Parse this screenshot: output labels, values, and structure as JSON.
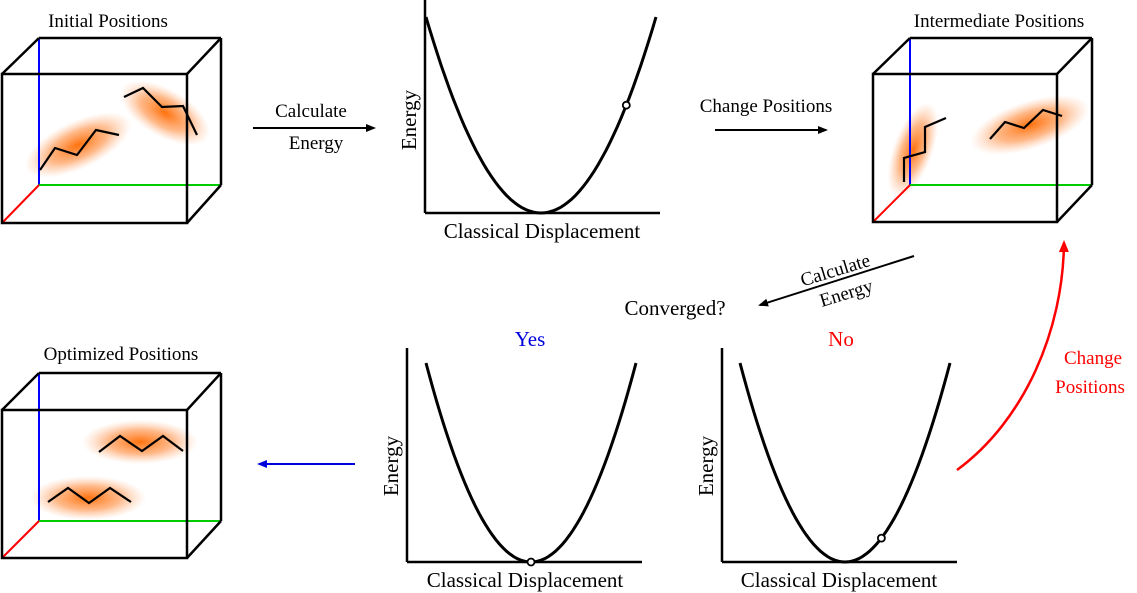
{
  "boxes": {
    "initial": {
      "title": "Initial Positions"
    },
    "intermediate": {
      "title": "Intermediate Positions"
    },
    "optimized": {
      "title": "Optimized Positions"
    }
  },
  "steps": {
    "calc1": [
      "Calculate",
      "Energy"
    ],
    "change1": "Change Positions",
    "calc2": [
      "Calculate",
      "Energy"
    ],
    "converged": "Converged?",
    "yes": "Yes",
    "no": "No",
    "change2": [
      "Change",
      "Positions"
    ]
  },
  "plots": {
    "xlabel": "Classical Displacement",
    "ylabel": "Energy",
    "point_top": 0.55,
    "point_yes": 0.0,
    "point_no": 0.12
  },
  "colors": {
    "x_axis": "#ff0000",
    "y_axis": "#00cc00",
    "z_axis": "#0000ff",
    "glow": "#ff7a1a",
    "yes": "#0000dd",
    "no": "#ff0000",
    "arrow_red": "#ff0000",
    "arrow_blue": "#0000dd"
  }
}
